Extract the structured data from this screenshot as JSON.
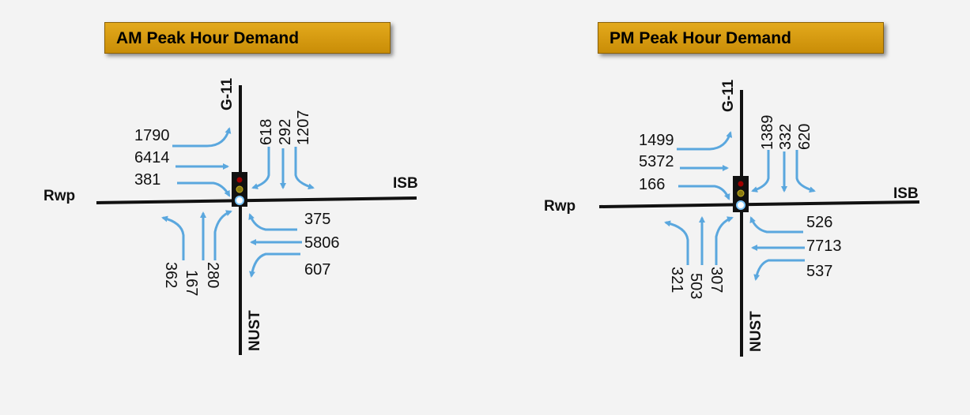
{
  "am": {
    "title": "AM Peak Hour Demand",
    "roads": {
      "north": "G-11",
      "east": "ISB",
      "south": "NUST",
      "west": "Rwp"
    },
    "west_approach": {
      "left": "1790",
      "through": "6414",
      "right": "381"
    },
    "north_approach": {
      "right": "618",
      "through": "292",
      "left": "1207"
    },
    "east_approach": {
      "left": "375",
      "through": "5806",
      "right": "607"
    },
    "south_approach": {
      "right": "362",
      "through": "167",
      "left": "280"
    }
  },
  "pm": {
    "title": "PM Peak Hour Demand",
    "roads": {
      "north": "G-11",
      "east": "ISB",
      "south": "NUST",
      "west": "Rwp"
    },
    "west_approach": {
      "left": "1499",
      "through": "5372",
      "right": "166"
    },
    "north_approach": {
      "right": "1389",
      "through": "332",
      "left": "620"
    },
    "east_approach": {
      "left": "526",
      "through": "7713",
      "right": "537"
    },
    "south_approach": {
      "right": "321",
      "through": "503",
      "left": "307"
    }
  },
  "colors": {
    "arrow": "#5aa7de",
    "road": "#111111",
    "title_bg": "#d69a10"
  }
}
